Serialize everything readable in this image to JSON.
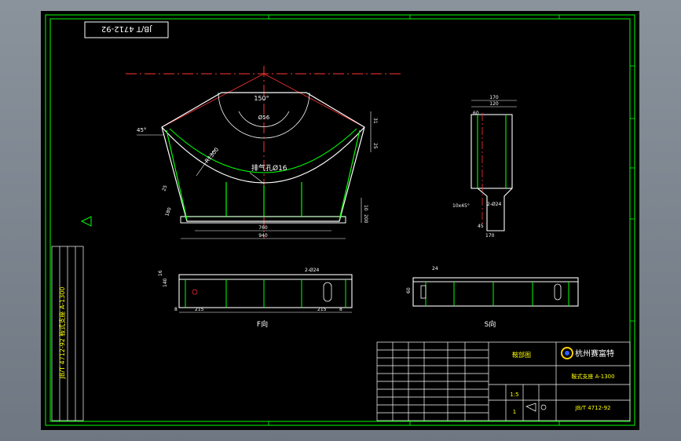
{
  "titleblock": {
    "drawing_title": "JB/T 4712-92",
    "part_name": "鞍式支座 A-1300",
    "drawing_no": "JB/T 4712-92",
    "assembly": "鞍部图",
    "company": "杭州赛富特",
    "scale": "1:5",
    "sheet": "1"
  },
  "dimensions": {
    "top_angle": "150°",
    "top_dia": "Ø56",
    "left_angle": "45°",
    "arc_radius": "R1300",
    "vent_note": "排气孔Ø16",
    "side_depth": "31",
    "bottom_inner": "760",
    "bottom_outer": "940",
    "height_small": "10",
    "height_total": "200",
    "rib_len": "25",
    "rib_len2": "180",
    "side_width": "170",
    "side_top": "120",
    "side_note": "60",
    "hole_note": "2-Ø24",
    "bottom_side": "45",
    "bottom_side2": "170",
    "chamfer": "10x45°",
    "f_hole": "2-Ø24",
    "f_left": "215",
    "f_right": "215",
    "f_gap": "8",
    "f_gap2": "8",
    "f_h": "140",
    "f_h2": "16",
    "s_h": "60",
    "s_w": "24",
    "f_label": "F向",
    "s_label": "S向",
    "side_vert_note": "JB/T 4712-92 鞍式支座 A-1300"
  }
}
